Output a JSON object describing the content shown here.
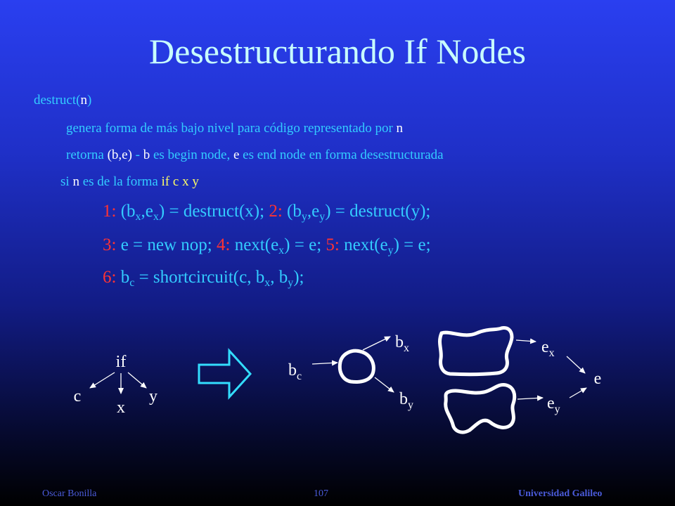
{
  "title": "Desestructurando If Nodes",
  "lines": {
    "l1": {
      "a": "destruct(",
      "b": "n",
      "c": ")"
    },
    "l2": {
      "a": "genera forma de más bajo nivel para código representado por ",
      "b": "n"
    },
    "l3": {
      "a": "retorna ",
      "b": "(b,e)",
      "c": " - ",
      "d": "b",
      "e": " es begin node, ",
      "f": "e",
      "g": " es end node en forma desestructurada"
    },
    "l4": {
      "a": "si ",
      "b": "n",
      "c": " es de la forma ",
      "d": "if c x y"
    },
    "c1": {
      "n1": "1:",
      "p1": " (b",
      "s1": "x",
      "p2": ",e",
      "s2": "x",
      "p3": ") = destruct(x);",
      "n2": " 2:",
      "p4": " (b",
      "s3": "y",
      "p5": ",e",
      "s4": "y",
      "p6": ") = destruct(y);"
    },
    "c2": {
      "n1": "3:",
      "p1": " e = new nop;",
      "n2": " 4:",
      "p2": " next(e",
      "s1": "x",
      "p3": ") = e;",
      "n3": " 5:",
      "p4": " next(e",
      "s2": "y",
      "p5": ") = e;"
    },
    "c3": {
      "n1": "6:",
      "p1": " b",
      "s1": "c",
      "p2": " = shortcircuit(c, b",
      "s2": "x",
      "p3": ", b",
      "s3": "y",
      "p4": ");"
    }
  },
  "tree": {
    "root": "if",
    "left": "c",
    "middle": "x",
    "right": "y"
  },
  "graph": {
    "bc": {
      "base": "b",
      "sub": "c"
    },
    "bx": {
      "base": "b",
      "sub": "x"
    },
    "by": {
      "base": "b",
      "sub": "y"
    },
    "ex": {
      "base": "e",
      "sub": "x"
    },
    "ey": {
      "base": "e",
      "sub": "y"
    },
    "e": "e"
  },
  "footer": {
    "left": "Oscar Bonilla",
    "center": "107",
    "right": "Universidad Galileo"
  },
  "colors": {
    "title": "#c8fdfd",
    "text_blue": "#33ccff",
    "text_white": "#ffffff",
    "text_yellow": "#ffff66",
    "number_red": "#ff3333",
    "footer": "#4a5bd9"
  }
}
